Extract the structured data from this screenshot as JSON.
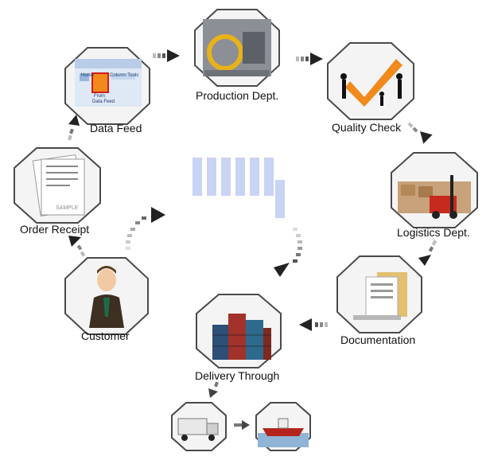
{
  "process": {
    "steps": [
      {
        "id": "data-feed",
        "label": "Data Feed"
      },
      {
        "id": "production",
        "label": "Production Dept."
      },
      {
        "id": "quality",
        "label": "Quality Check"
      },
      {
        "id": "logistics",
        "label": "Logistics Dept."
      },
      {
        "id": "documentation",
        "label": "Documentation"
      },
      {
        "id": "delivery",
        "label": "Delivery Through"
      },
      {
        "id": "customer",
        "label": "Customer"
      },
      {
        "id": "order",
        "label": "Order Receipt"
      }
    ],
    "data_feed_screenshot": {
      "tab": "Home",
      "tool_tab": "Column Tools",
      "button_line1": "From",
      "button_line2": "Data Feed"
    },
    "order_stamp": "SAMPLE"
  },
  "colors": {
    "node_fill": "#f4f4f4",
    "node_stroke": "#4a4a4a",
    "arrow_dark": "#222222",
    "bar_blue": "#c9d3f3",
    "label_text": "#111111"
  }
}
